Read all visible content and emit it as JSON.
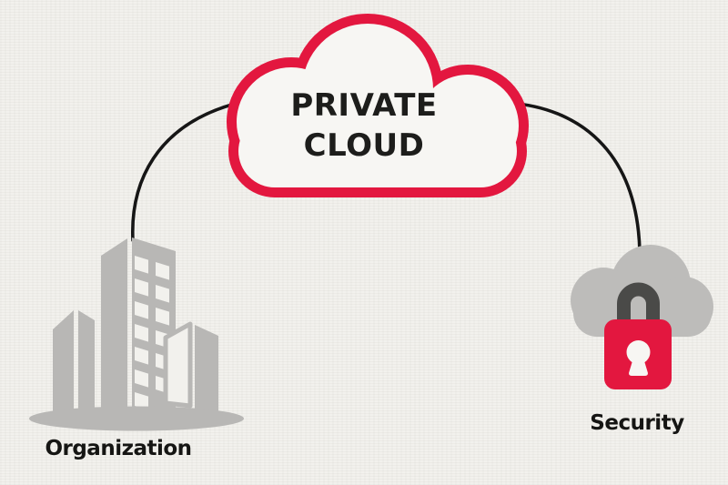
{
  "diagram": {
    "cloud": {
      "line1": "PRIVATE",
      "line2": "CLOUD",
      "outline_color": "#E3173F",
      "fill_color": "#F7F6F3",
      "text_color": "#1D1D1B"
    },
    "nodes": [
      {
        "id": "organization",
        "label": "Organization",
        "icon": "office-buildings-icon",
        "color": "#B8B7B5"
      },
      {
        "id": "security",
        "label": "Security",
        "icon": "cloud-padlock-icon",
        "cloud_color": "#BDBCBA",
        "lock_body_color": "#E3173F",
        "lock_shackle_color": "#4A4A48",
        "keyhole_color": "#F7F6F3"
      }
    ],
    "connectors": [
      {
        "from": "organization",
        "to": "private-cloud"
      },
      {
        "from": "private-cloud",
        "to": "security"
      }
    ],
    "connector_color": "#161616",
    "background_color": "#F2F1ED"
  }
}
